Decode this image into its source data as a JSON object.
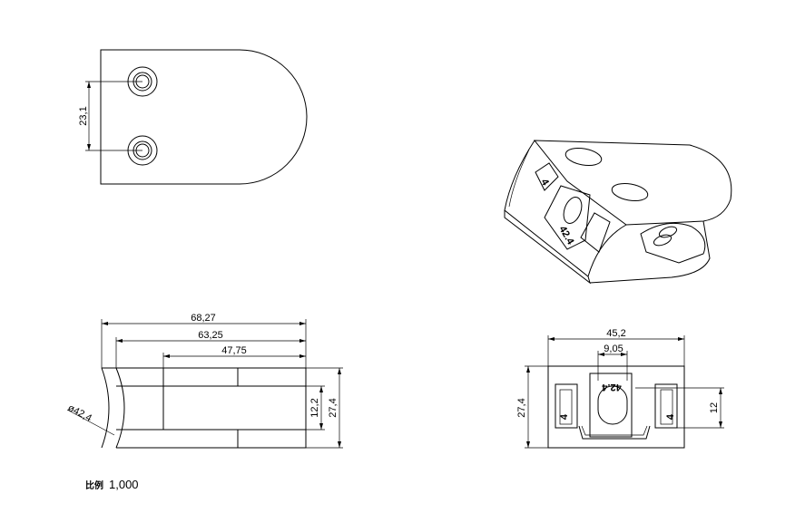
{
  "top_view": {
    "hole_spacing": "23,1"
  },
  "front_view": {
    "overall_length": "68,27",
    "length_2": "63,25",
    "length_3": "47,75",
    "radius": "ø42,4",
    "slot_height": "12,2",
    "height": "27,4"
  },
  "side_view": {
    "width": "45,2",
    "slot_width": "9,05",
    "height": "27,4",
    "slot_height": "12",
    "insert_label_left": "4",
    "insert_label_right": "4",
    "engraving": "42.4"
  },
  "iso_view": {
    "engraving": "42.4",
    "insert_label": "4"
  },
  "scale": {
    "label": "比例",
    "value": "1,000"
  }
}
